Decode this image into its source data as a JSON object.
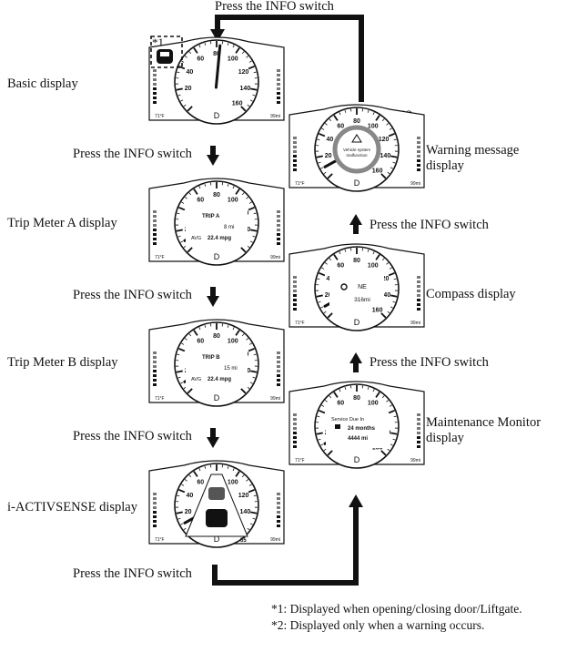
{
  "step_label": "Press the INFO switch",
  "displays": {
    "basic": "Basic display",
    "trip_a": "Trip Meter A display",
    "trip_b": "Trip Meter B display",
    "activsense": "i-ACTIVSENSE display",
    "warning": "Warning message\ndisplay",
    "compass": "Compass display",
    "maintenance": "Maintenance Monitor\ndisplay"
  },
  "markers": {
    "m1": "*1",
    "m2": "*2"
  },
  "notes": [
    "*1: Displayed when opening/closing door/Liftgate.",
    "*2: Displayed only when a warning occurs."
  ],
  "gauge": {
    "ticks": [
      "20",
      "40",
      "60",
      "80",
      "100",
      "120",
      "140",
      "160"
    ],
    "gear": "D",
    "temp": "71°F",
    "range": "99mi"
  },
  "screens": {
    "trip_a": {
      "title": "TRIP A",
      "dist": "8 mi",
      "avg_label": "AVG",
      "avg": "22.4 mpg"
    },
    "trip_b": {
      "title": "TRIP B",
      "dist": "15 mi",
      "avg_label": "AVG",
      "avg": "22.4 mpg"
    },
    "warning": {
      "line1": "Vehicle system",
      "line2": "malfunction"
    },
    "compass": {
      "heading": "NE",
      "range": "316mi"
    },
    "maintenance": {
      "title": "Service Due In",
      "months": "24 months",
      "miles": "4444 mi"
    },
    "activsense": {
      "speed": "55"
    }
  },
  "colors": {
    "ink": "#111111",
    "needle": "#111111"
  }
}
